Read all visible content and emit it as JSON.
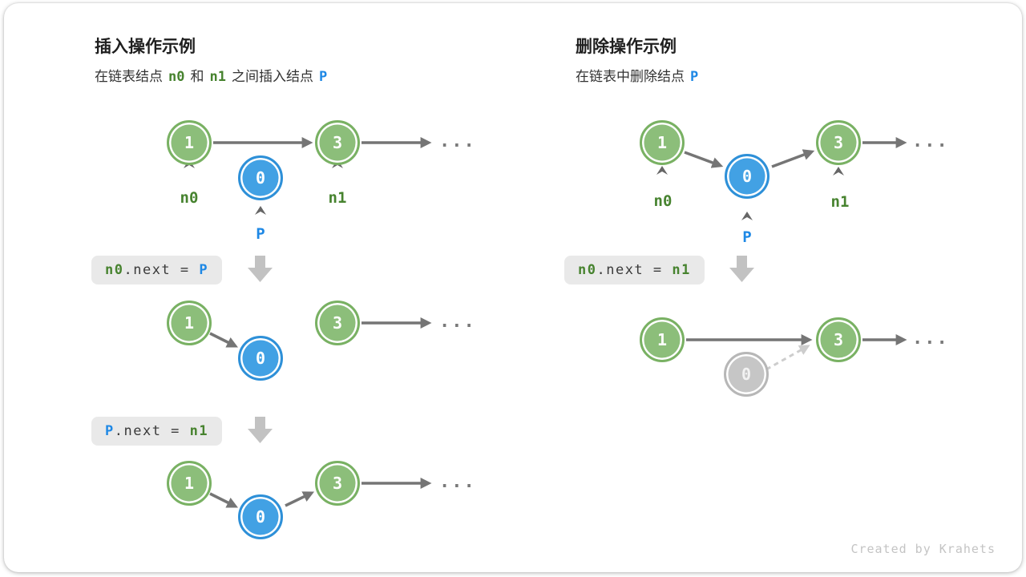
{
  "ellipsis": "...",
  "footer": {
    "credit": "Created by Krahets"
  },
  "insert": {
    "title": "插入操作示例",
    "subtitle": {
      "seg0": "在链表结点",
      "seg1": "n0",
      "seg2": "和",
      "seg3": "n1",
      "seg4": "之间插入结点",
      "seg5": "P"
    },
    "step1": {
      "node1": "1",
      "node1_label": "n0",
      "nodeP": "0",
      "nodeP_label": "P",
      "node3": "3",
      "node3_label": "n1"
    },
    "code1": {
      "lhs": "n0",
      "mid": ".next = ",
      "rhs": "P"
    },
    "step2": {
      "node1": "1",
      "nodeP": "0",
      "node3": "3"
    },
    "code2": {
      "lhs": "P",
      "mid": ".next = ",
      "rhs": "n1"
    },
    "step3": {
      "node1": "1",
      "nodeP": "0",
      "node3": "3"
    }
  },
  "delete": {
    "title": "删除操作示例",
    "subtitle": {
      "seg0": "在链表中删除结点",
      "seg1": "P"
    },
    "step1": {
      "node1": "1",
      "node1_label": "n0",
      "nodeP": "0",
      "nodeP_label": "P",
      "node3": "3",
      "node3_label": "n1"
    },
    "code1": {
      "lhs": "n0",
      "mid": ".next = ",
      "rhs": "n1"
    },
    "step2": {
      "node1": "1",
      "nodeP": "0",
      "node3": "3"
    }
  },
  "colors": {
    "node_green_fill": "#8CBE7A",
    "node_green_border": "#79B163",
    "node_blue_fill": "#42A1E4",
    "node_blue_border": "#2E90D8",
    "node_gray_fill": "#C6C6C6",
    "node_gray_border": "#B7B7B7",
    "label_green": "#47832F",
    "label_blue": "#1E88E5",
    "arrow_gray": "#757575",
    "dashed_arrow_gray": "#CDCDCD",
    "block_arrow_gray": "#C2C2C2",
    "code_bg": "#E9E9E9"
  }
}
